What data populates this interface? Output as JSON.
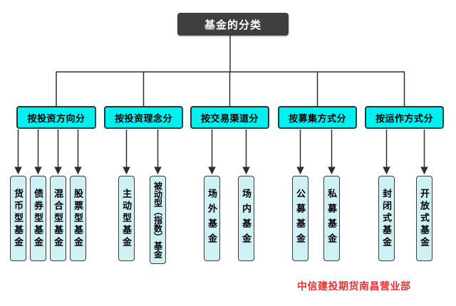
{
  "tree": {
    "root": "基金的分类",
    "groups": [
      {
        "label": "按投资方向分",
        "children": [
          "货币型基金",
          "债券型基金",
          "混合型基金",
          "股票型基金"
        ]
      },
      {
        "label": "按投资理念分",
        "children": [
          "主动型基金",
          "被动型（指数）基金"
        ]
      },
      {
        "label": "按交易渠道分",
        "children": [
          "场外基金",
          "场内基金"
        ]
      },
      {
        "label": "按募集方式分",
        "children": [
          "公募基金",
          "私募基金"
        ]
      },
      {
        "label": "按运作方式分",
        "children": [
          "封闭式基金",
          "开放式基金"
        ]
      }
    ]
  },
  "footer": {
    "text": "中信建投期货南昌营业部"
  },
  "colors": {
    "root_fill": "#3f3f3f",
    "root_text": "#ffffff",
    "category_fill": "#00f0f0",
    "category_border": "#123d3d",
    "leaf_fill": "#cdf1f4",
    "leaf_border": "#3c3c3c",
    "connector_line": "#2e2e2e",
    "watermark_text": "#ee3032",
    "background": "#ffffff"
  }
}
